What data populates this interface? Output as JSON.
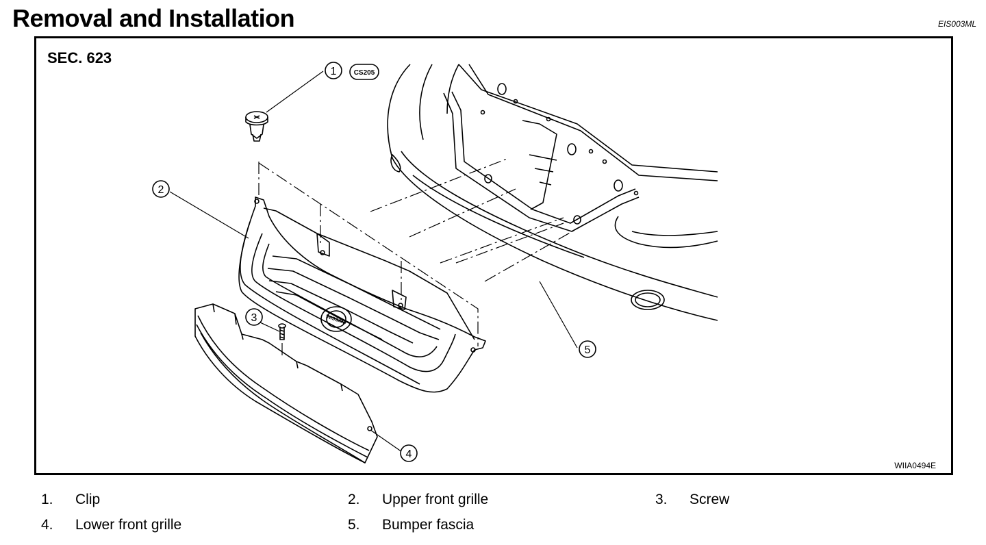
{
  "header": {
    "title": "Removal and Installation",
    "doc_code": "EIS003ML"
  },
  "figure": {
    "section": "SEC. 623",
    "figure_id": "WIIA0494E",
    "callouts": [
      "1",
      "2",
      "3",
      "4",
      "5"
    ],
    "tag": "CS205",
    "emblem": "NISSAN"
  },
  "legend": [
    {
      "num": "1.",
      "label": "Clip"
    },
    {
      "num": "2.",
      "label": "Upper front grille"
    },
    {
      "num": "3.",
      "label": "Screw"
    },
    {
      "num": "4.",
      "label": "Lower front grille"
    },
    {
      "num": "5.",
      "label": "Bumper fascia"
    }
  ]
}
